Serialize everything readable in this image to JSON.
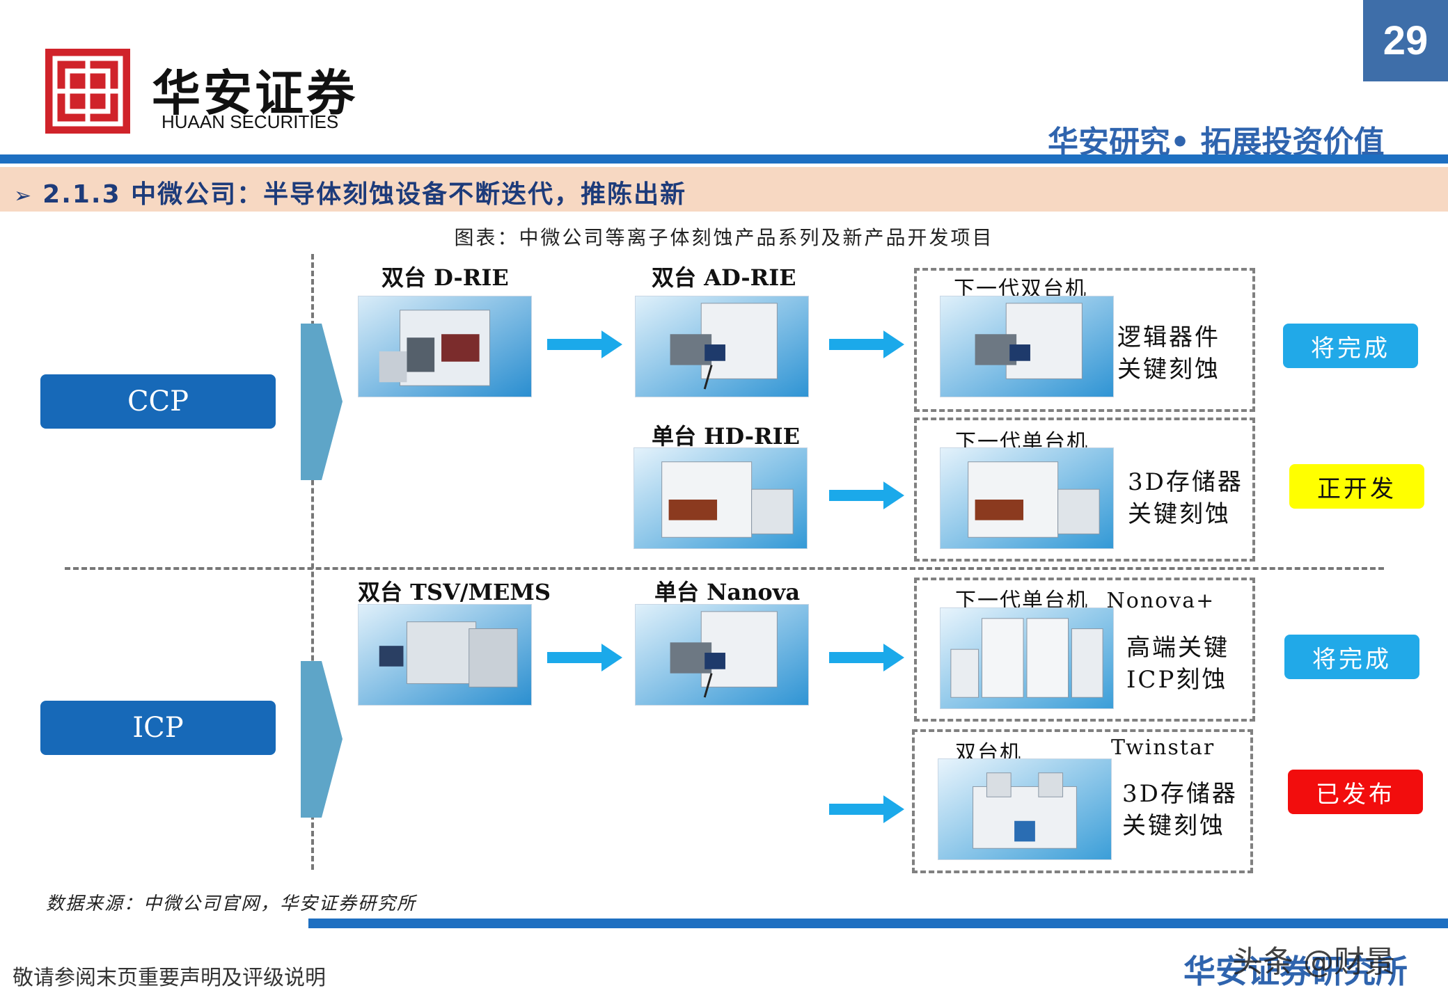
{
  "header": {
    "logo_cn": "华安证券",
    "logo_en": "HUAAN SECURITIES",
    "page_number": "29",
    "slogan": "华安研究• 拓展投资价值",
    "brand_color": "#d0232a",
    "accent_color": "#1e6fc1"
  },
  "section": {
    "title": "2.1.3 中微公司：半导体刻蚀设备不断迭代，推陈出新",
    "bullet_icon": "triangle-bullet-icon"
  },
  "figure": {
    "title": "图表：中微公司等离子体刻蚀产品系列及新产品开发项目",
    "categories": {
      "ccp": "CCP",
      "icp": "ICP"
    },
    "products": {
      "d_rie": "双台 D-RIE",
      "ad_rie": "双台 AD-RIE",
      "hd_rie": "单台 HD-RIE",
      "tsv_mems": "双台 TSV/MEMS",
      "nanova": "单台 Nanova"
    },
    "new_projects": [
      {
        "label": "下一代双台机",
        "label2": "",
        "desc1": "逻辑器件",
        "desc2": "关键刻蚀",
        "status": "将完成",
        "status_color": "#21a9e8",
        "status_text_color": "#ffffff"
      },
      {
        "label": "下一代单台机",
        "label2": "",
        "desc1": "3D存储器",
        "desc2": "关键刻蚀",
        "status": "正开发",
        "status_color": "#ffff00",
        "status_text_color": "#111111"
      },
      {
        "label": "下一代单台机",
        "label2": "Nonova+",
        "desc1": "高端关键",
        "desc2": "ICP刻蚀",
        "status": "将完成",
        "status_color": "#21a9e8",
        "status_text_color": "#ffffff"
      },
      {
        "label": "双台机",
        "label2": "Twinstar",
        "desc1": "3D存储器",
        "desc2": "关键刻蚀",
        "status": "已发布",
        "status_color": "#f20d0d",
        "status_text_color": "#ffffff"
      }
    ]
  },
  "footer": {
    "source": "数据来源：中微公司官网，华安证券研究所",
    "disclaimer": "敬请参阅末页重要声明及评级说明",
    "brand": "华安证券研究所",
    "watermark": "头条 @财景"
  }
}
